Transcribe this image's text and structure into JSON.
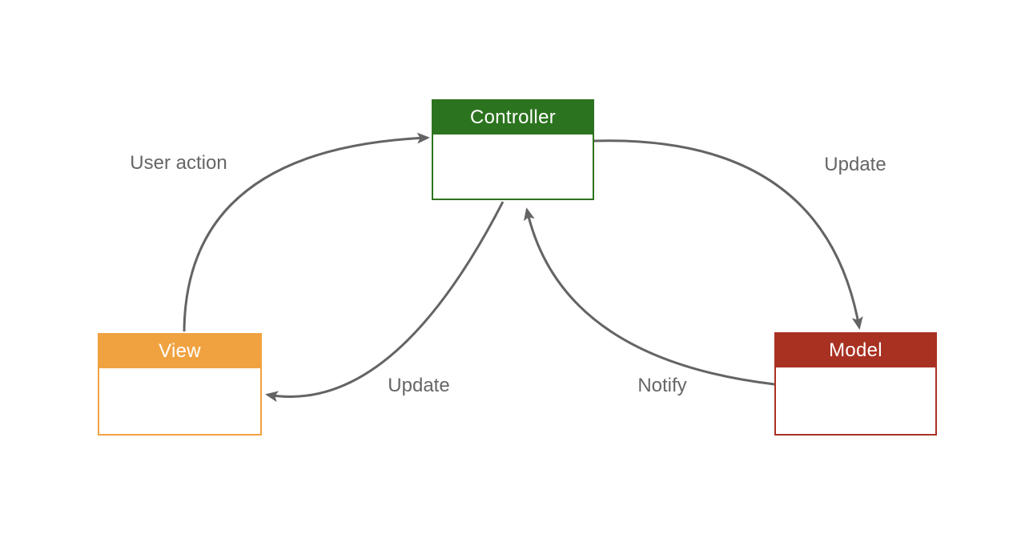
{
  "diagram": {
    "type": "flow-diagram",
    "nodes": [
      {
        "id": "controller",
        "label": "Controller",
        "color": "#2C731F"
      },
      {
        "id": "view",
        "label": "View",
        "color": "#F0A240"
      },
      {
        "id": "model",
        "label": "Model",
        "color": "#A93122"
      }
    ],
    "edges": [
      {
        "id": "user-action",
        "from": "view",
        "to": "controller",
        "label": "User action"
      },
      {
        "id": "update-model",
        "from": "controller",
        "to": "model",
        "label": "Update"
      },
      {
        "id": "update-view",
        "from": "controller",
        "to": "view",
        "label": "Update"
      },
      {
        "id": "notify",
        "from": "model",
        "to": "controller",
        "label": "Notify"
      }
    ],
    "colors": {
      "arrow": "#646464",
      "edge_label": "#666666",
      "node_text": "#ffffff",
      "background": "#ffffff"
    }
  }
}
